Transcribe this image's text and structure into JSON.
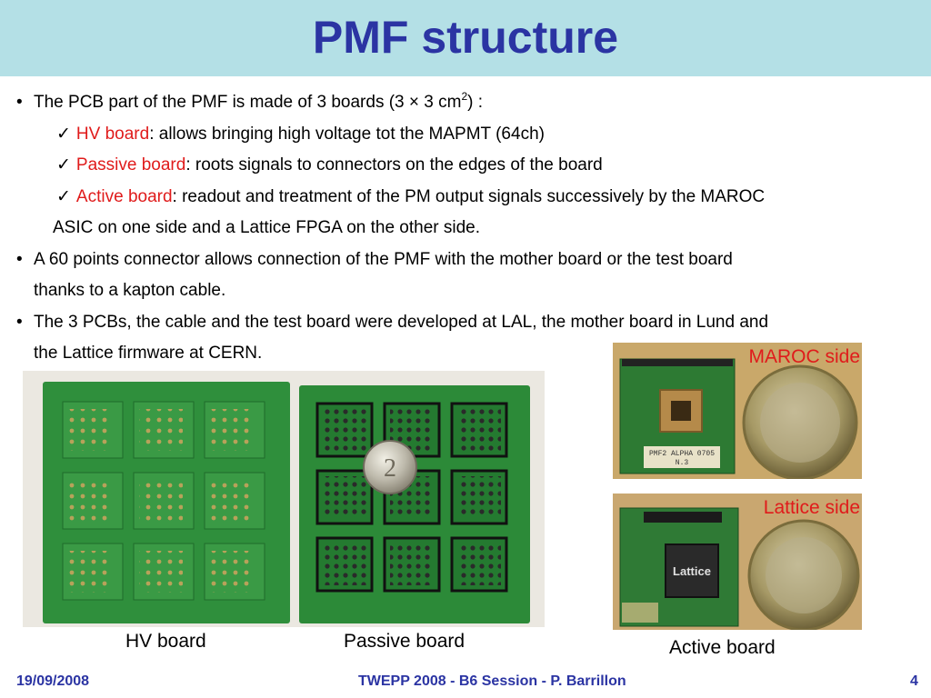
{
  "slide": {
    "title": "PMF structure",
    "bullets": [
      {
        "symbol": "•",
        "parts": [
          "The PCB part of the PMF is made of 3 boards (3 × 3 cm",
          "2",
          ") :"
        ]
      },
      {
        "check": "✓",
        "term": "HV board",
        "text": ": allows bringing high voltage tot the MAPMT (64ch)"
      },
      {
        "check": "✓",
        "term": "Passive board",
        "text": ": roots signals to connectors on the edges of the board"
      },
      {
        "check": "✓",
        "term": "Active board",
        "text": ": readout and treatment of the PM output signals successively by the MAROC",
        "continuation": "ASIC on one side and a Lattice FPGA on the other side."
      },
      {
        "symbol": "•",
        "text": "A 60 points connector allows connection of the PMF with the mother board or the test board",
        "continuation": "thanks to a kapton cable."
      },
      {
        "symbol": "•",
        "text": "The 3 PCBs, the cable and the test board were developed at LAL, the mother board in Lund and",
        "continuation": "the Lattice firmware at CERN."
      }
    ],
    "photos": {
      "boards_photo_coin_label": "2",
      "maroc_label": "MAROC side",
      "maroc_board_print": [
        "PMF2 ALPHA 0705",
        "N.3"
      ],
      "lattice_label": "Lattice side",
      "lattice_chip_text": "Lattice"
    },
    "captions": {
      "hv": "HV board",
      "passive": "Passive board",
      "active": "Active board"
    },
    "footer": {
      "date": "19/09/2008",
      "center": "TWEPP 2008 - B6 Session - P. Barrillon",
      "page": "4"
    },
    "colors": {
      "title": "#2b34a3",
      "title_band": "#b4e0e6",
      "highlight": "#e01b1b",
      "pcb_green": "#2f8f3c"
    }
  }
}
